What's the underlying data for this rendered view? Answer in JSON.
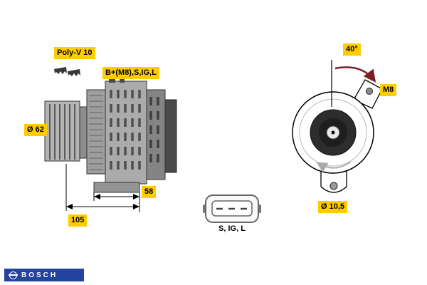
{
  "labels": {
    "poly_v": "Poly-V 10",
    "terminals": "B+(M8),S,IG,L",
    "pulley_diameter": "Ø 62",
    "length_58": "58",
    "length_105": "105",
    "angle": "40°",
    "thread": "M8",
    "hole_diameter": "Ø 10,5",
    "connector_pins": "S, IG, L"
  },
  "logo": {
    "text": "BOSCH"
  },
  "colors": {
    "highlight": "#ffcc00",
    "logo_blue": "#24439c",
    "angle_arrow": "#7d1d24",
    "body_gray": "#ababab"
  }
}
